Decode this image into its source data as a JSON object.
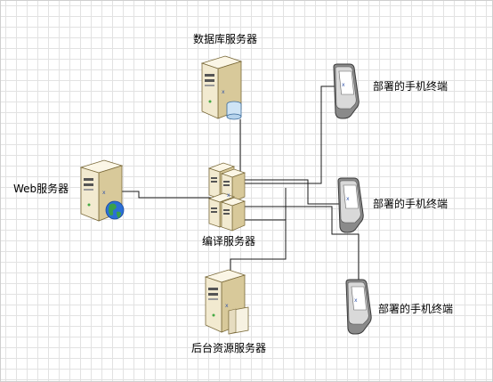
{
  "diagram": {
    "db_server_label": "数据库服务器",
    "web_server_label": "Web服务器",
    "compile_server_label": "编译服务器",
    "backend_server_label": "后台资源服务器",
    "phone_1_label": "部署的手机终端",
    "phone_2_label": "部署的手机终端",
    "phone_3_label": "部署的手机终端"
  },
  "colors": {
    "grid": "#e2e2e2",
    "wire": "#1a1a1a",
    "server_face": "#f2ead0",
    "server_side": "#d8c99a",
    "server_top": "#fbf6e6",
    "phone_body": "#8a8a8a",
    "phone_screen": "#ffffff",
    "globe_blue": "#2b6fd6",
    "globe_green": "#3aa04a"
  },
  "icons": {
    "server": "server-tower-icon",
    "database": "database-cylinder-icon",
    "globe": "globe-icon",
    "phone": "mobile-phone-icon",
    "cluster": "server-cluster-icon"
  }
}
